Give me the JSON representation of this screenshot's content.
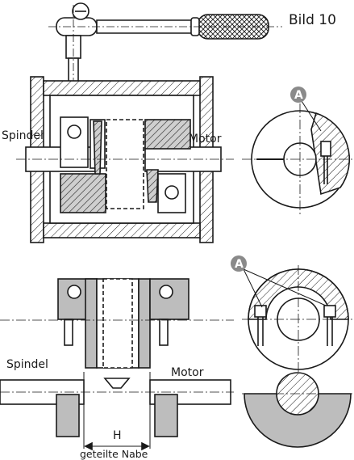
{
  "figure_label": "Bild 10",
  "labels": {
    "spindle": "Spindel",
    "motor": "Motor",
    "dimension": "H",
    "split_hub": "geteilte Nabe"
  },
  "markers": {
    "detail": "A"
  },
  "colors": {
    "line": "#1a1a1a",
    "hatch_fill": "#bdbdbd",
    "marker_fill": "#8a8a8a"
  }
}
